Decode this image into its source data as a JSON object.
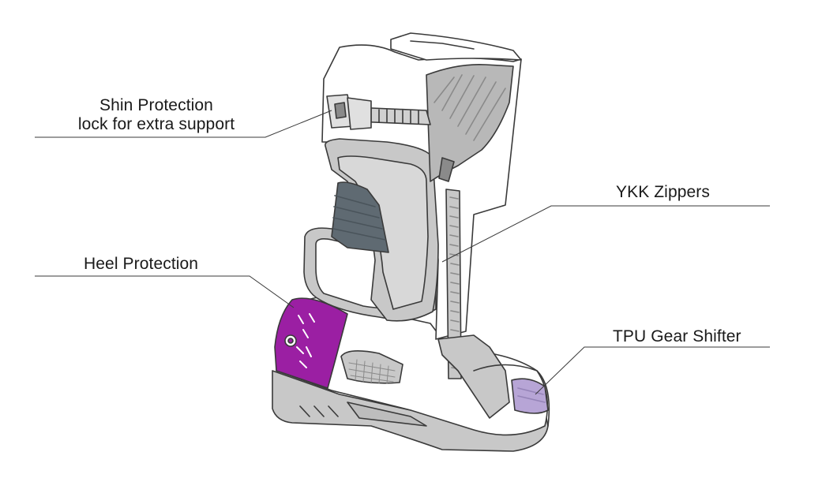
{
  "colors": {
    "outline": "#3a3a3a",
    "white_shell": "#ffffff",
    "grey_panel": "#c8c8c8",
    "dark_grey": "#8a8a8a",
    "slate": "#5f6a72",
    "heel_purple": "#9b1fa3",
    "toe_lavender": "#b7a5d6"
  },
  "callouts": {
    "shin": {
      "line1": "Shin Protection",
      "line2": "lock for extra support"
    },
    "ykk": {
      "label": "YKK Zippers"
    },
    "heel": {
      "label": "Heel Protection"
    },
    "tpu": {
      "label": "TPU Gear Shifter"
    }
  }
}
